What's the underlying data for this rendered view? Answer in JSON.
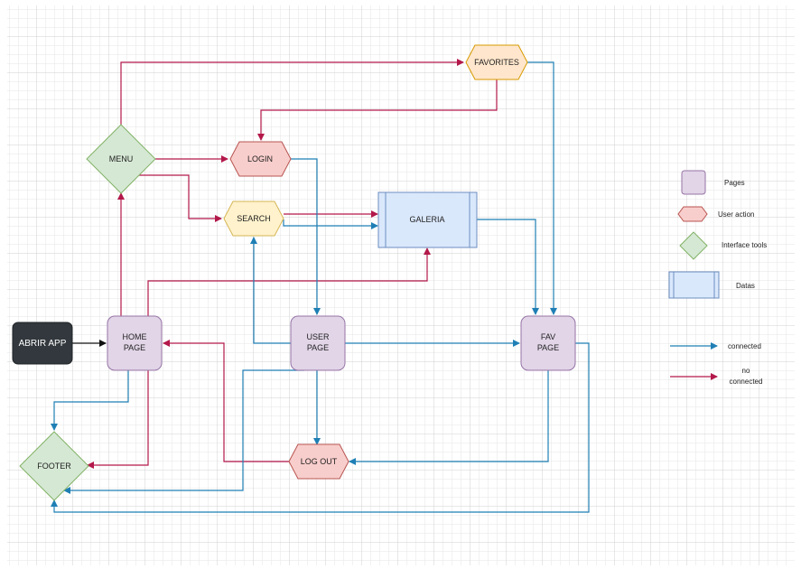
{
  "nodes": {
    "abrir_app": "ABRIR APP",
    "home_page": [
      "HOME",
      "PAGE"
    ],
    "menu": "MENU",
    "login": "LOGIN",
    "search": "SEARCH",
    "favorites": "FAVORITES",
    "galeria": "GALERIA",
    "user_page": [
      "USER",
      "PAGE"
    ],
    "fav_page": [
      "FAV",
      "PAGE"
    ],
    "log_out": "LOG OUT",
    "footer": "FOOTER"
  },
  "legend": {
    "pages": "Pages",
    "user_action": "User action",
    "interface_tools": "Interface tools",
    "datas": "Datas",
    "connected": "connected",
    "no_connected": [
      "no",
      "connected"
    ]
  },
  "colors": {
    "connected": "#1f7fb5",
    "no_connected": "#b3184a",
    "page_fill": "#e1d5e7",
    "page_stroke": "#9673a6",
    "action_fill": "#f8cecc",
    "action_stroke": "#b85450",
    "search_fill": "#fff2cc",
    "search_stroke": "#d6b656",
    "fav_fill": "#ffe6cc",
    "fav_stroke": "#d79b00",
    "tool_fill": "#d5e8d4",
    "tool_stroke": "#82b366",
    "data_fill": "#dae8fc",
    "data_stroke": "#6c8ebf",
    "app_fill": "#32383d"
  }
}
